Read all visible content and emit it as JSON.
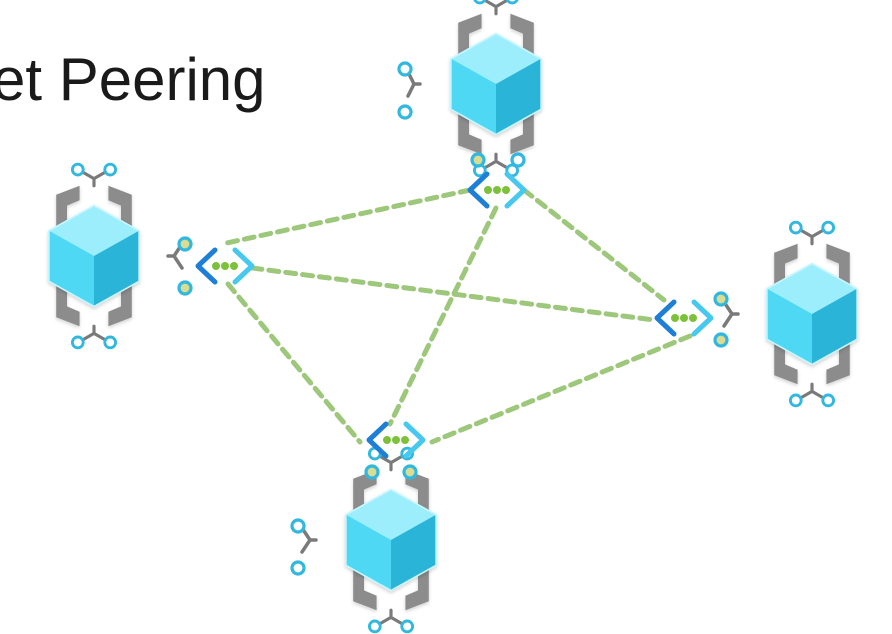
{
  "slide": {
    "title_fragment": "et Peering"
  },
  "diagram": {
    "type": "vnet-full-mesh-peering",
    "vnet_count": 4,
    "peering_count": 6,
    "vnets": [
      {
        "id": "vnet-top",
        "icon": "virtual-network-cube-icon"
      },
      {
        "id": "vnet-left",
        "icon": "virtual-network-cube-icon"
      },
      {
        "id": "vnet-right",
        "icon": "virtual-network-cube-icon"
      },
      {
        "id": "vnet-bottom",
        "icon": "virtual-network-cube-icon"
      }
    ],
    "peerings": [
      [
        "vnet-top",
        "vnet-left"
      ],
      [
        "vnet-top",
        "vnet-right"
      ],
      [
        "vnet-top",
        "vnet-bottom"
      ],
      [
        "vnet-left",
        "vnet-right"
      ],
      [
        "vnet-left",
        "vnet-bottom"
      ],
      [
        "vnet-right",
        "vnet-bottom"
      ]
    ],
    "colors": {
      "peering_line": "#9dc77a",
      "bracket": "#8c8c8c",
      "cube_top": "#9deefc",
      "cube_left": "#50d8f4",
      "cube_right": "#2ab4d8",
      "connector_node": "#32b8de",
      "gateway_chevron_dark": "#1e7fd6",
      "gateway_chevron_light": "#46c8ef",
      "gateway_dots": "#7cc13a"
    },
    "icons": {
      "cube": "virtual-network-cube-icon",
      "gateway": "peering-gateway-icon"
    }
  }
}
